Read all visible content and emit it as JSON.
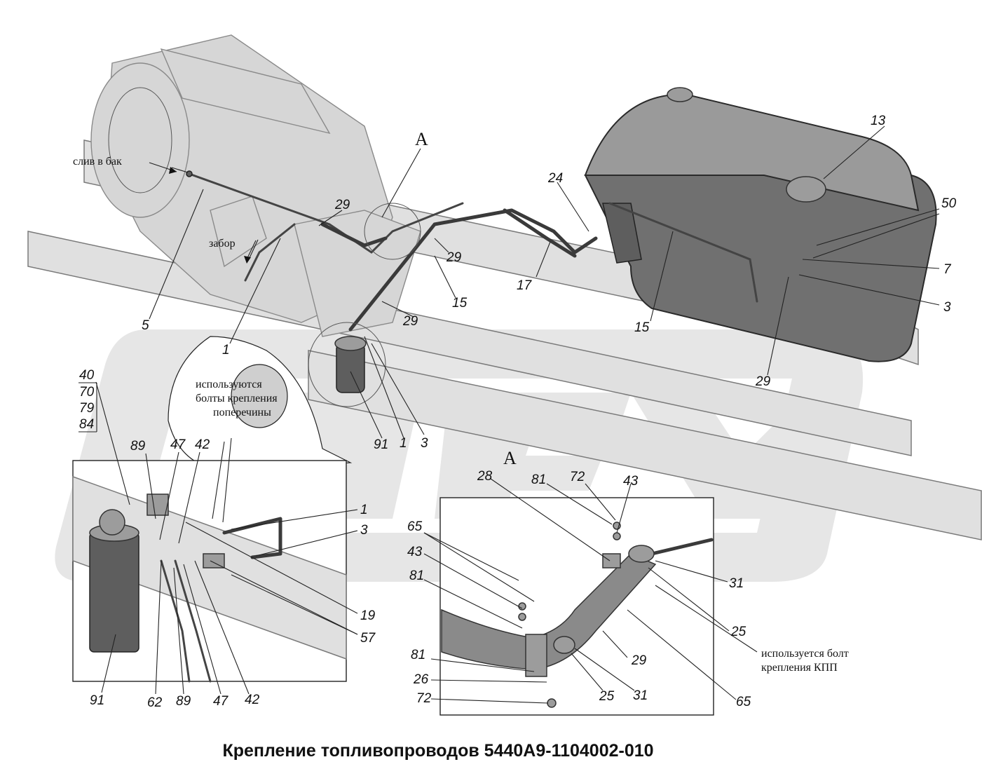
{
  "title": "Крепление топливопроводов 5440А9-1104002-010",
  "notes": {
    "drain": "слив в бак",
    "intake": "забор",
    "bolts_line1": "используются",
    "bolts_line2": "болты крепления",
    "bolts_line3": "поперечины",
    "kpp_line1": "используется болт",
    "kpp_line2": "крепления КПП"
  },
  "view_letter_top": "А",
  "view_letter_bottom": "А",
  "callouts_main": {
    "c13": "13",
    "c24": "24",
    "c50": "50",
    "c7": "7",
    "c3a": "3",
    "c29a": "29",
    "c29b": "29",
    "c29c": "29",
    "c29d": "29",
    "c15a": "15",
    "c15b": "15",
    "c17": "17",
    "c5": "5",
    "c1a": "1",
    "c91a": "91",
    "c1b": "1",
    "c3b": "3"
  },
  "stack_left": [
    "40",
    "70",
    "79",
    "84"
  ],
  "callouts_left_detail": {
    "c89a": "89",
    "c47a": "47",
    "c42a": "42",
    "c1": "1",
    "c3": "3",
    "c19": "19",
    "c57": "57",
    "c91": "91",
    "c62": "62",
    "c89b": "89",
    "c47b": "47",
    "c42b": "42"
  },
  "callouts_right_detail": {
    "c28": "28",
    "c81a": "81",
    "c72a": "72",
    "c43a": "43",
    "c65a": "65",
    "c43b": "43",
    "c81b": "81",
    "c31a": "31",
    "c25a": "25",
    "c29": "29",
    "c81c": "81",
    "c26": "26",
    "c72b": "72",
    "c25b": "25",
    "c31b": "31",
    "c65b": "65"
  }
}
